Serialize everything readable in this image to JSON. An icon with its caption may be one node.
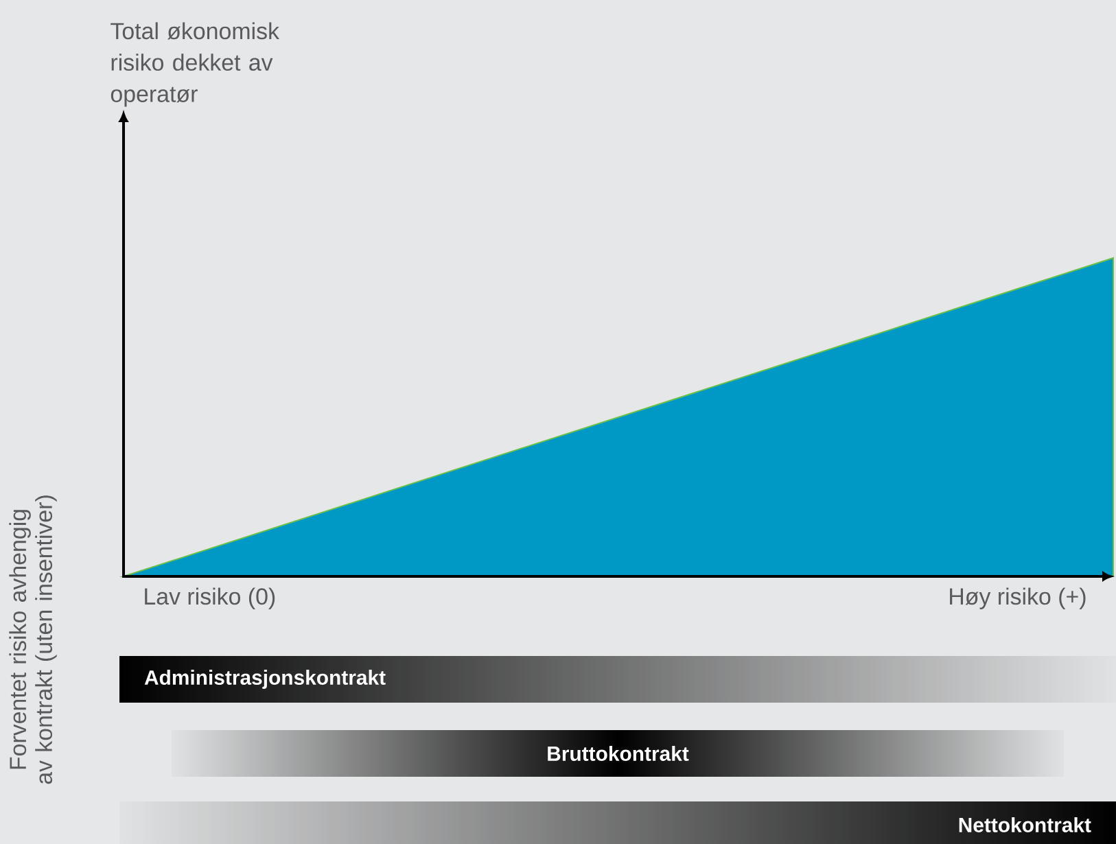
{
  "diagram": {
    "nodes": [
      {
        "text": [
          "Administrasjonskontrakt"
        ]
      },
      {
        "text": [
          "Bruttokontrakt"
        ]
      },
      {
        "text": [
          "Nettokontrakt"
        ]
      }
    ],
    "labels": [
      "Total økonomisk risiko dekket av operatør",
      "Lav risiko (0)",
      "Høy risiko (+)",
      "Forventet risiko avhengig av kontrakt (uten insentiver)"
    ]
  }
}
